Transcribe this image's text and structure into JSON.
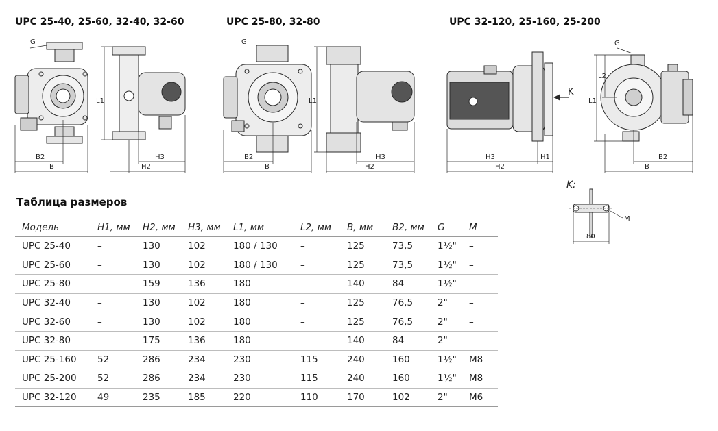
{
  "headings": {
    "group1": "UPC 25-40, 25-60, 32-40, 32-60",
    "group2": "UPC 25-80, 32-80",
    "group3": "UPC 32-120, 25-160, 25-200"
  },
  "dimension_labels": {
    "G": "G",
    "L1": "L1",
    "L2": "L2",
    "B": "B",
    "B2": "B2",
    "H1": "H1",
    "H2": "H2",
    "H3": "H3",
    "K_arrow": "K",
    "M": "M"
  },
  "detail_k": {
    "title": "K:",
    "width_value": "80",
    "thread_label": "M"
  },
  "table": {
    "title": "Таблица размеров",
    "columns": [
      "Модель",
      "H1, мм",
      "H2, мм",
      "H3, мм",
      "L1, мм",
      "L2, мм",
      "B, мм",
      "B2, мм",
      "G",
      "M"
    ],
    "rows": [
      [
        "UPC 25-40",
        "–",
        "130",
        "102",
        "180 / 130",
        "–",
        "125",
        "73,5",
        "1½\"",
        "–"
      ],
      [
        "UPC 25-60",
        "–",
        "130",
        "102",
        "180 / 130",
        "–",
        "125",
        "73,5",
        "1½\"",
        "–"
      ],
      [
        "UPC 25-80",
        "–",
        "159",
        "136",
        "180",
        "–",
        "140",
        "84",
        "1½\"",
        "–"
      ],
      [
        "UPC 32-40",
        "–",
        "130",
        "102",
        "180",
        "–",
        "125",
        "76,5",
        "2\"",
        "–"
      ],
      [
        "UPC 32-60",
        "–",
        "130",
        "102",
        "180",
        "–",
        "125",
        "76,5",
        "2\"",
        "–"
      ],
      [
        "UPC 32-80",
        "–",
        "175",
        "136",
        "180",
        "–",
        "140",
        "84",
        "2\"",
        "–"
      ],
      [
        "UPC 25-160",
        "52",
        "286",
        "234",
        "230",
        "115",
        "240",
        "160",
        "1½\"",
        "M8"
      ],
      [
        "UPC 25-200",
        "52",
        "286",
        "234",
        "230",
        "115",
        "240",
        "160",
        "1½\"",
        "M8"
      ],
      [
        "UPC 32-120",
        "49",
        "235",
        "185",
        "220",
        "110",
        "170",
        "102",
        "2\"",
        "M6"
      ]
    ]
  }
}
